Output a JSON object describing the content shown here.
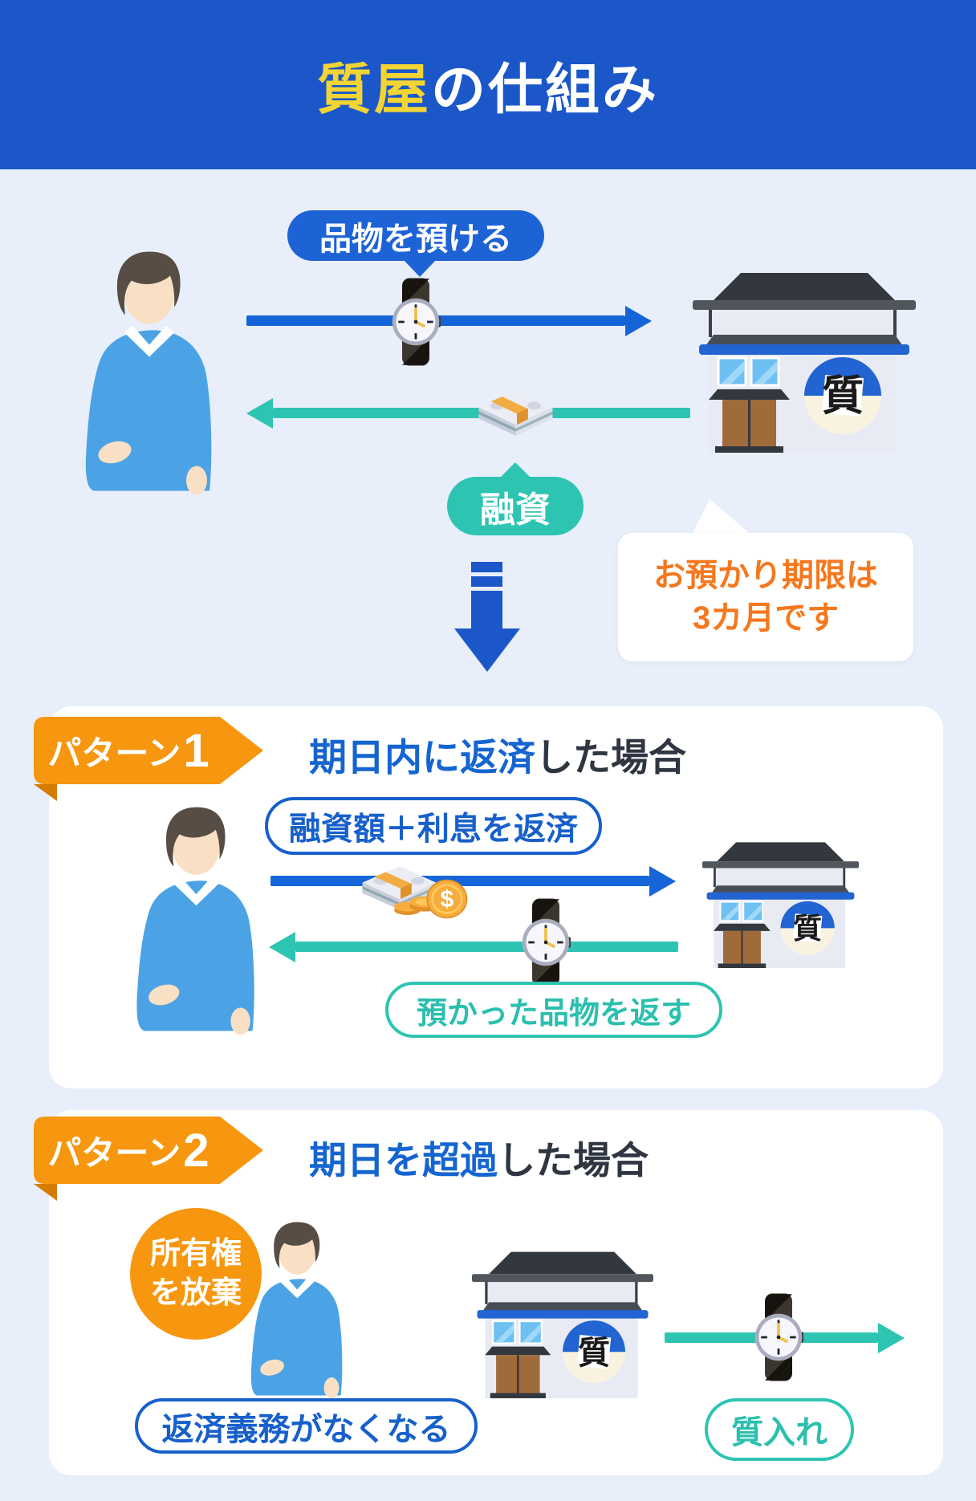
{
  "header": {
    "title_highlight": "質屋",
    "title_rest": "の仕組み"
  },
  "colors": {
    "header_blue": "#1B57C9",
    "accent_blue": "#1565D8",
    "accent_teal": "#2EC4B2",
    "accent_orange": "#F7970F",
    "note_orange": "#F5781E",
    "title_yellow": "#F2D434",
    "background": "#E8EFFA"
  },
  "scene1": {
    "deposit_label": "品物を預ける",
    "loan_label": "融資",
    "note_line1": "お預かり期限は",
    "note_line2": "3カ月です",
    "shop_sign": "質"
  },
  "pattern1": {
    "badge_label": "パターン",
    "badge_number": "1",
    "title_highlight": "期日内に返済",
    "title_rest": "した場合",
    "repay_label": "融資額＋利息を返済",
    "coin_symbol": "$",
    "return_label": "預かった品物を返す",
    "shop_sign": "質"
  },
  "pattern2": {
    "badge_label": "パターン",
    "badge_number": "2",
    "title_highlight": "期日を超過",
    "title_rest": "した場合",
    "circle_line1": "所有権",
    "circle_line2": "を放棄",
    "no_repay_label": "返済義務がなくなる",
    "shop_sign": "質",
    "pawn_label": "質入れ"
  }
}
